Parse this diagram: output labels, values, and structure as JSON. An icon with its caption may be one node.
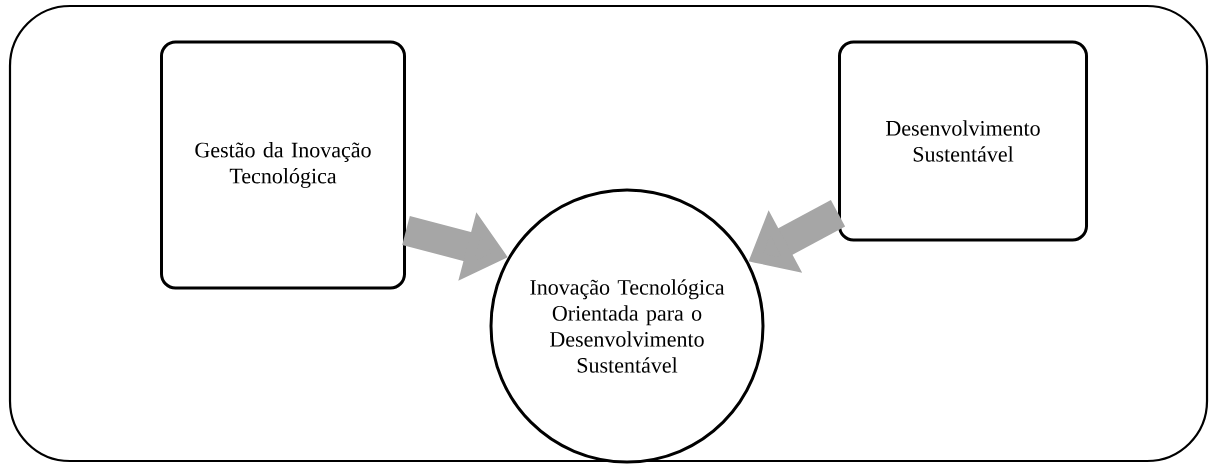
{
  "diagram": {
    "nodes": [
      {
        "text": [
          "Gestão da Inovação Tecnológica"
        ]
      },
      {
        "text": [
          "Desenvolvimento Sustentável"
        ]
      },
      {
        "text": [
          "Inovação Tecnológica Orientada para o Desenvolvimento Sustentável"
        ]
      }
    ],
    "edges": [
      {
        "from": 0,
        "to": 2,
        "arrow": "to"
      },
      {
        "from": 1,
        "to": 2,
        "arrow": "to"
      }
    ]
  }
}
